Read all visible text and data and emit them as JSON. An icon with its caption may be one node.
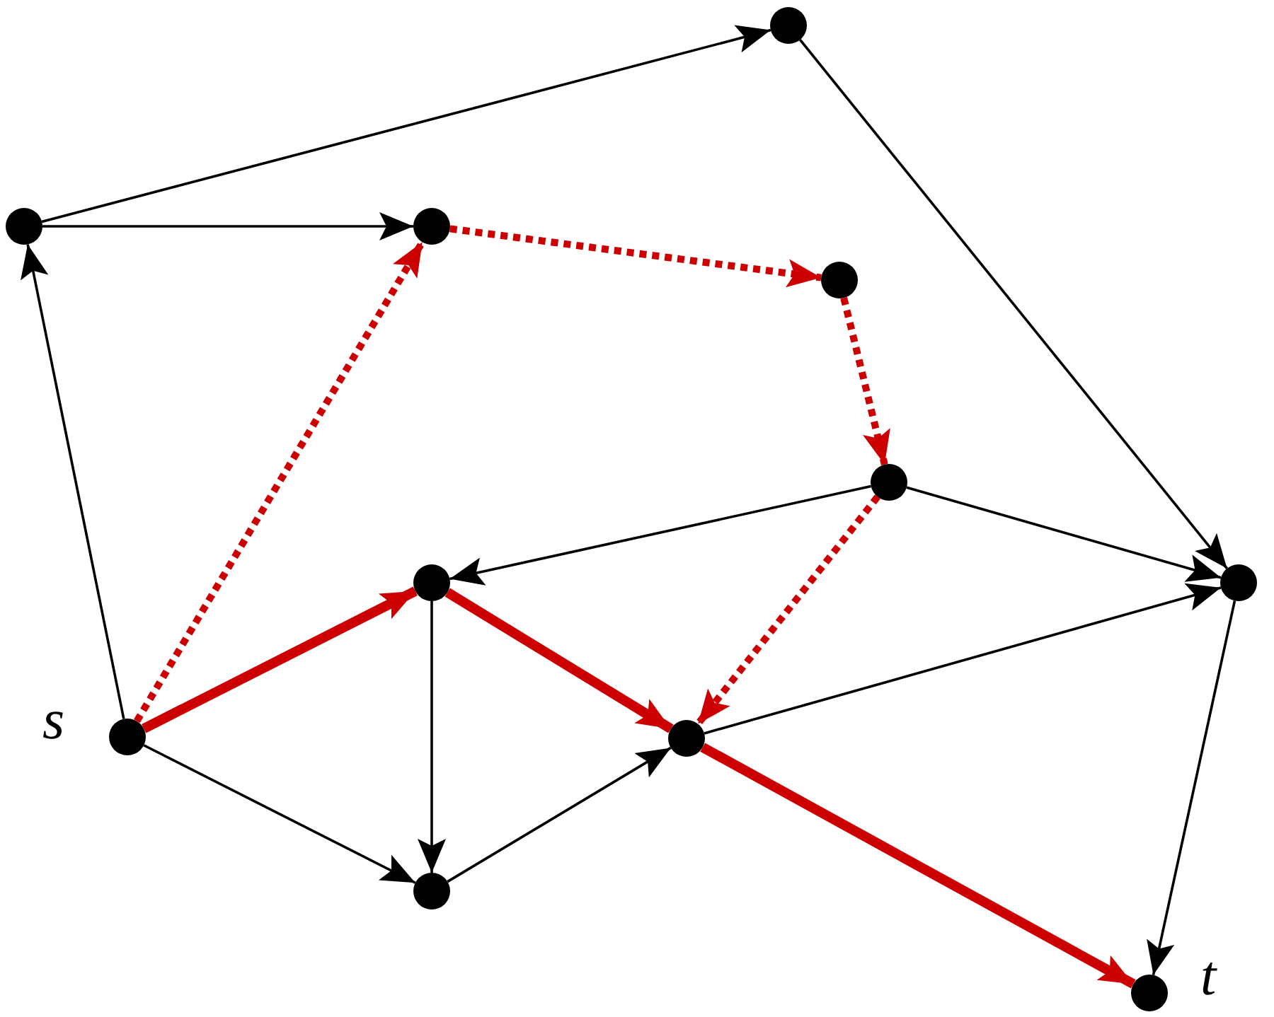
{
  "diagram": {
    "nodes": [
      {
        "text": [],
        "shape": "circle"
      },
      {
        "text": [],
        "shape": "circle"
      },
      {
        "text": [],
        "shape": "circle"
      },
      {
        "text": [],
        "shape": "circle"
      },
      {
        "text": [],
        "shape": "circle"
      },
      {
        "text": [],
        "shape": "circle"
      },
      {
        "text": [],
        "shape": "circle"
      },
      {
        "text": [],
        "shape": "circle",
        "beside": [
          "s"
        ]
      },
      {
        "text": [],
        "shape": "circle"
      },
      {
        "text": [],
        "shape": "circle"
      },
      {
        "text": [],
        "shape": "circle",
        "beside": [
          "t"
        ]
      }
    ],
    "edges": [
      {
        "from": 7,
        "to": 1,
        "arrow": "to"
      },
      {
        "from": 1,
        "to": 0,
        "arrow": "to"
      },
      {
        "from": 1,
        "to": 2,
        "arrow": "to"
      },
      {
        "from": 0,
        "to": 6,
        "arrow": "to"
      },
      {
        "from": 7,
        "to": 2,
        "arrow": "to",
        "style": "dashed",
        "color": "#cc0000"
      },
      {
        "from": 2,
        "to": 3,
        "arrow": "to",
        "style": "dashed",
        "color": "#cc0000"
      },
      {
        "from": 3,
        "to": 4,
        "arrow": "to",
        "style": "dashed",
        "color": "#cc0000"
      },
      {
        "from": 4,
        "to": 8,
        "arrow": "to",
        "style": "dashed",
        "color": "#cc0000"
      },
      {
        "from": 7,
        "to": 5,
        "arrow": "to",
        "style": "thick",
        "color": "#cc0000"
      },
      {
        "from": 5,
        "to": 8,
        "arrow": "to",
        "style": "thick",
        "color": "#cc0000"
      },
      {
        "from": 8,
        "to": 10,
        "arrow": "to",
        "style": "thick",
        "color": "#cc0000"
      },
      {
        "from": 4,
        "to": 5,
        "arrow": "to"
      },
      {
        "from": 4,
        "to": 6,
        "arrow": "to"
      },
      {
        "from": 5,
        "to": 9,
        "arrow": "to"
      },
      {
        "from": 7,
        "to": 9,
        "arrow": "to"
      },
      {
        "from": 9,
        "to": 8,
        "arrow": "to"
      },
      {
        "from": 8,
        "to": 6,
        "arrow": "to"
      },
      {
        "from": 6,
        "to": 10,
        "arrow": "to"
      }
    ]
  }
}
